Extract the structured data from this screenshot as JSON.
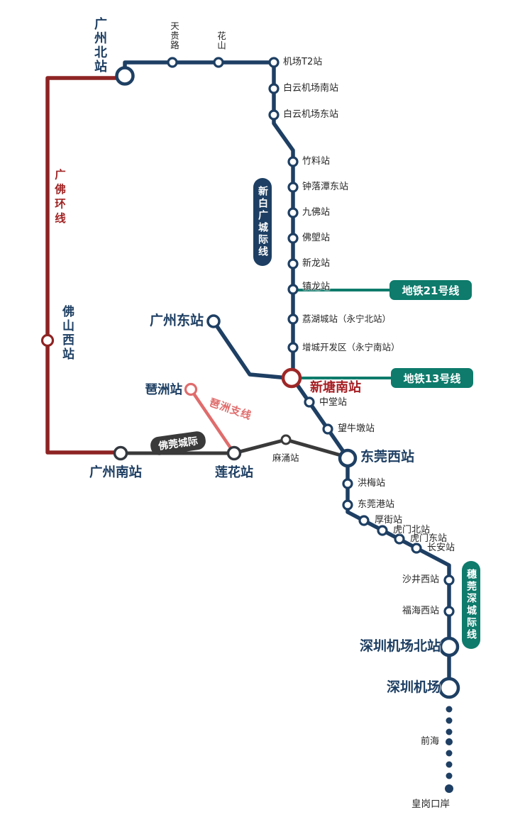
{
  "colors": {
    "xinbaiguang_navy": "#1e3f63",
    "guangfo_red": "#8e2323",
    "pazhou_pink": "#e06c6c",
    "foguan_dark": "#3a3a3a",
    "metro_teal": "#0e7b6c",
    "xintang_highlight_red": "#a51e23"
  },
  "lines": [
    {
      "id": "xinbaiguang",
      "name": "新白广城际线",
      "color": "#1e3f63",
      "stations": [
        "广州北站",
        "天贵路",
        "花山",
        "机场T2站",
        "白云机场南站",
        "白云机场东站",
        "竹料站",
        "钟落潭东站",
        "九佛站",
        "佛塱站",
        "新龙站",
        "镇龙站",
        "荔湖城站（永宁北站）",
        "增城开发区（永宁南站）",
        "新塘南站"
      ]
    },
    {
      "id": "guangfo-loop",
      "name": "广佛环线",
      "color": "#8e2323",
      "stations": [
        "广州北站",
        "佛山西站",
        "广州南站"
      ]
    },
    {
      "id": "pazhou-branch",
      "name": "琶洲支线",
      "color": "#e06c6c",
      "stations": [
        "琶洲站",
        "莲花站"
      ]
    },
    {
      "id": "foguan",
      "name": "佛莞城际",
      "color": "#3a3a3a",
      "stations": [
        "广州南站",
        "莲花站",
        "麻涌站",
        "东莞西站"
      ]
    },
    {
      "id": "suiguanshen",
      "name": "穗莞深城际线",
      "color": "#1e3f63",
      "stations": [
        "新塘南站",
        "中堂站",
        "望牛墩站",
        "东莞西站",
        "洪梅站",
        "东莞港站",
        "厚街站",
        "虎门北站",
        "虎门东站",
        "长安站",
        "沙井西站",
        "福海西站",
        "深圳机场北站",
        "深圳机场",
        "前海",
        "皇岗口岸"
      ]
    },
    {
      "id": "guangzhou-east-link",
      "name": "",
      "color": "#1e3f63",
      "stations": [
        "广州东站",
        "新塘南站"
      ]
    }
  ],
  "metro_transfers": [
    {
      "label": "地铁21号线",
      "at_station": "镇龙站"
    },
    {
      "label": "地铁13号线",
      "at_station": "新塘南站"
    }
  ]
}
